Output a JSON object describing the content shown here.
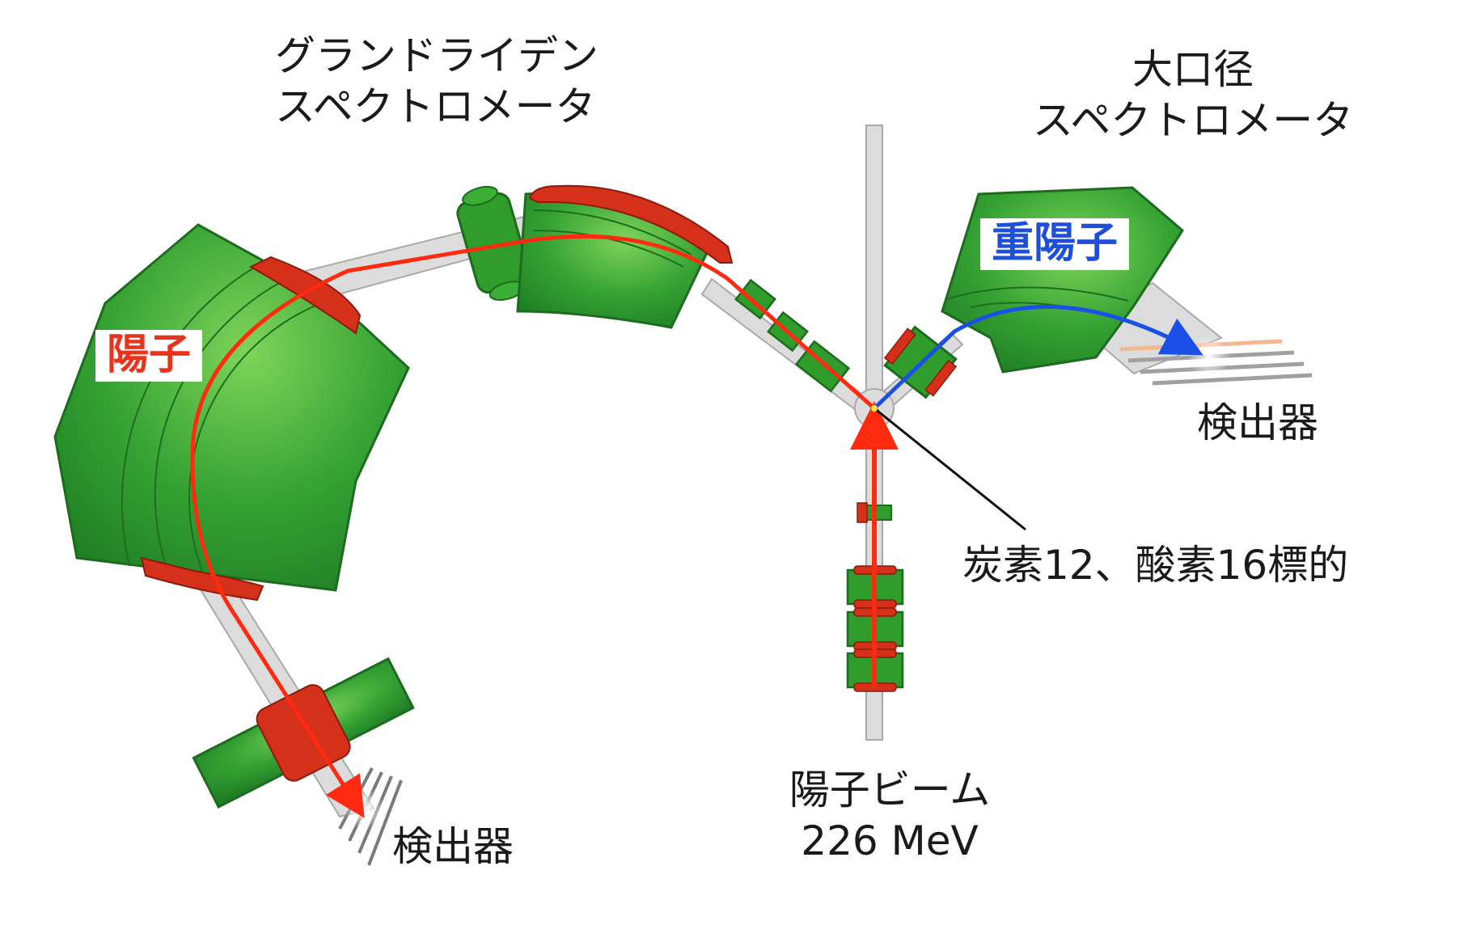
{
  "labels": {
    "grand_raiden": [
      "グランドライデン",
      "スペクトロメータ"
    ],
    "large_acceptance": [
      "大口径",
      "スペクトロメータ"
    ],
    "proton_tag": "陽子",
    "deuteron_tag": "重陽子",
    "detector_left": "検出器",
    "detector_right": "検出器",
    "target": "炭素12、酸素16標的",
    "beam": [
      "陽子ビーム",
      "226 MeV"
    ]
  },
  "colors": {
    "magnet_green": "#2d9a2d",
    "magnet_light": "#6ccf4a",
    "coil_red": "#d4301a",
    "proton_track": "#ff2a10",
    "deuteron_track": "#1a4fe8",
    "beam_pipe": "#d8d8d8",
    "proton_tag_text": "#e8341c",
    "deuteron_tag_text": "#1d4fd8"
  }
}
